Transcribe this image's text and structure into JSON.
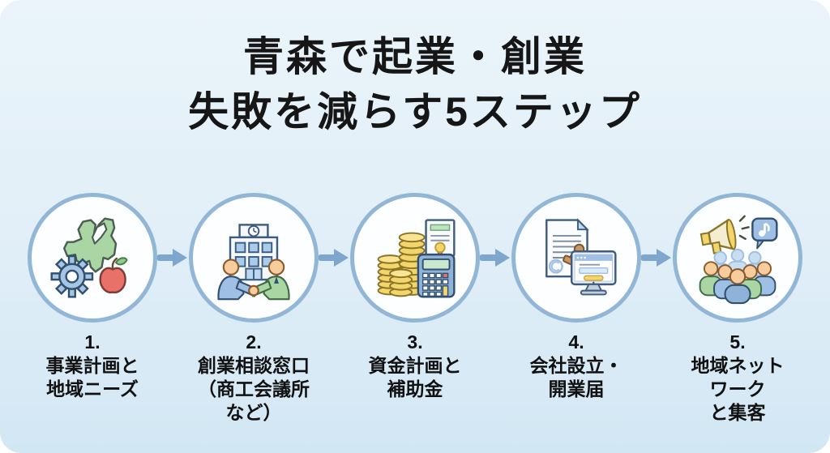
{
  "title": {
    "line1": "青森で起業・創業",
    "line2": "失敗を減らす5ステップ"
  },
  "steps": [
    {
      "number": "1.",
      "label": "事業計画と\n地域ニーズ",
      "icon": "aomori-map-gear-apple-icon"
    },
    {
      "number": "2.",
      "label": "創業相談窓口\n（商工会議所\nなど）",
      "icon": "building-handshake-icon"
    },
    {
      "number": "3.",
      "label": "資金計画と\n補助金",
      "icon": "coins-calculator-certificate-icon"
    },
    {
      "number": "4.",
      "label": "会社設立・\n開業届",
      "icon": "document-stamp-computer-icon"
    },
    {
      "number": "5.",
      "label": "地域ネット\nワーク\nと集客",
      "icon": "megaphone-crowd-sns-icon"
    }
  ],
  "arrows": {
    "count": 4,
    "direction": "right",
    "icon": "arrow-right-icon"
  },
  "colors": {
    "background_top": "#EAF4FA",
    "background_bottom": "#D2E7F4",
    "circle_border": "#92B6D5",
    "circle_fill": "#FDFEFF",
    "arrow": "#7FA6CC",
    "title_text": "#161616",
    "label_text": "#111111",
    "map_green": "#A9D6A3",
    "gear_blue": "#A6C4E4",
    "apple_red": "#E8716A",
    "coin_yellow": "#F3D66B",
    "skin": "#F7CD9E"
  }
}
